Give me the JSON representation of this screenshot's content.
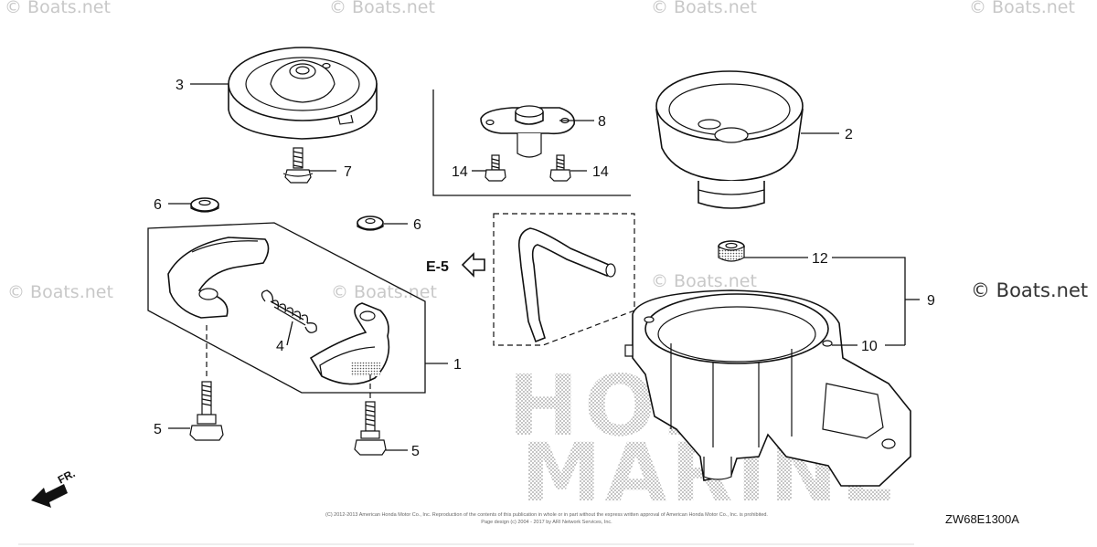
{
  "watermarks": {
    "brand": "© Boats.net",
    "brand_right": "© Boats.net",
    "bg_letters_top": "HONDA",
    "bg_letters_bottom": "MARINE"
  },
  "callouts": {
    "c1": "1",
    "c2": "2",
    "c3": "3",
    "c4": "4",
    "c5a": "5",
    "c5b": "5",
    "c6a": "6",
    "c6b": "6",
    "c7": "7",
    "c8": "8",
    "c9": "9",
    "c10": "10",
    "c12": "12",
    "c14a": "14",
    "c14b": "14"
  },
  "reference": {
    "label": "E-5"
  },
  "direction": {
    "label": "FR."
  },
  "footer": {
    "line1": "(C) 2012-2013 American Honda Motor Co., Inc. Reproduction of the contents of this publication in whole or in part without the express written approval of American Honda Motor Co., Inc. is prohibited.",
    "line2": "Page design (c) 2004 - 2017 by ARI Network Services, Inc.",
    "diagram_code": "ZW68E1300A"
  }
}
